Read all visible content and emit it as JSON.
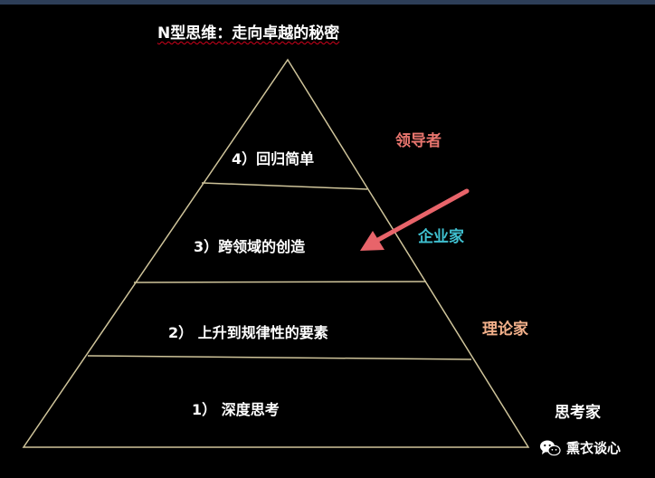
{
  "title": "N型思维：走向卓越的秘密",
  "levels": [
    {
      "label": "4）回归简单"
    },
    {
      "label": "3）跨领域的创造"
    },
    {
      "label": "2）  上升到规律性的要素"
    },
    {
      "label": "1）  深度思考"
    }
  ],
  "roles": [
    {
      "label": "领导者",
      "color": "#e8756e"
    },
    {
      "label": "企业家",
      "color": "#3fbfcf"
    },
    {
      "label": "理论家",
      "color": "#f2b08a"
    },
    {
      "label": "思考家",
      "color": "#ffffff"
    }
  ],
  "arrow_color": "#e8646a",
  "pyramid_line_color": "#cfc49a",
  "watermark": {
    "icon": "wechat-icon",
    "text": "熏衣谈心"
  }
}
